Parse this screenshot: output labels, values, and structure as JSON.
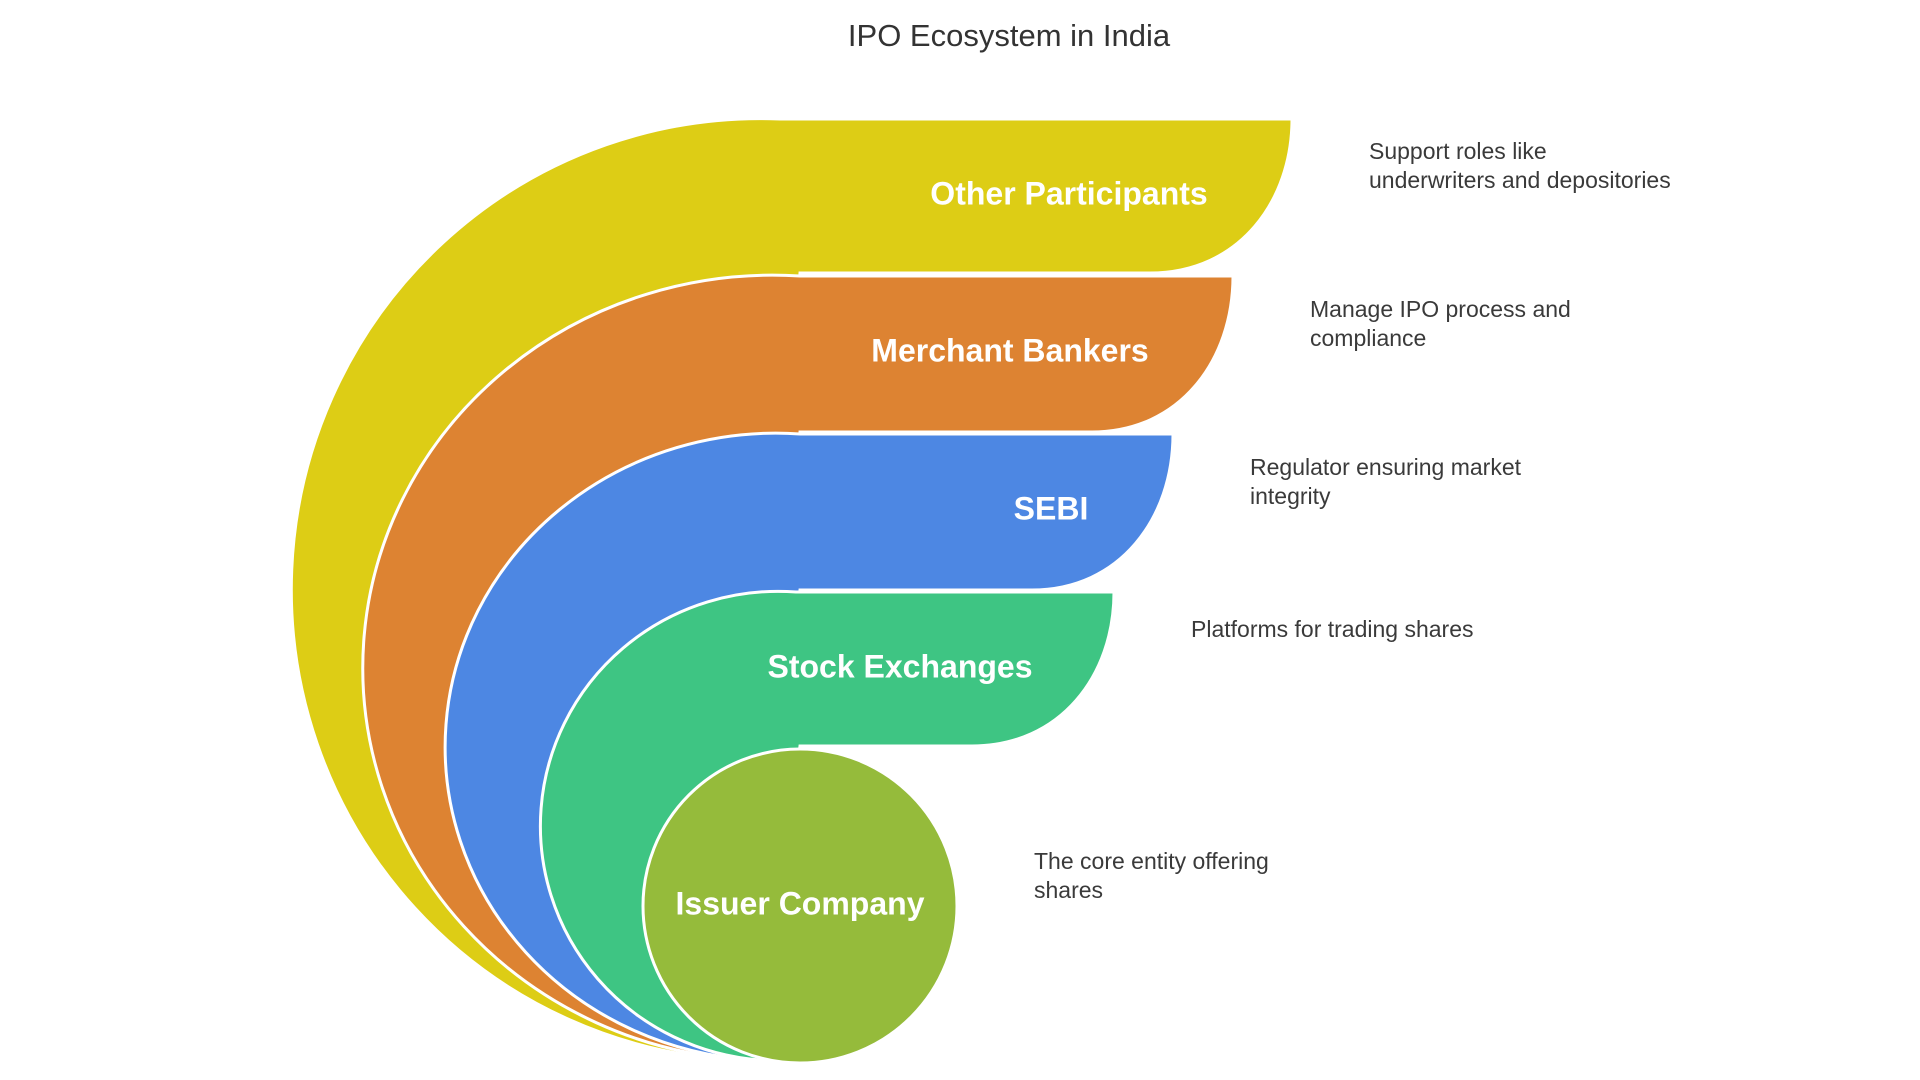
{
  "title": "IPO Ecosystem in India",
  "layers": [
    {
      "label": "Other Participants",
      "description": "Support roles like\nunderwriters and depositories",
      "color": "#DDCD15"
    },
    {
      "label": "Merchant Bankers",
      "description": "Manage IPO process and\ncompliance",
      "color": "#DD8332"
    },
    {
      "label": "SEBI",
      "description": "Regulator ensuring market\nintegrity",
      "color": "#4D87E3"
    },
    {
      "label": "Stock Exchanges",
      "description": "Platforms for trading shares",
      "color": "#3EC583"
    },
    {
      "label": "Issuer Company",
      "description": "The core entity offering\nshares",
      "color": "#95BB3B"
    }
  ]
}
